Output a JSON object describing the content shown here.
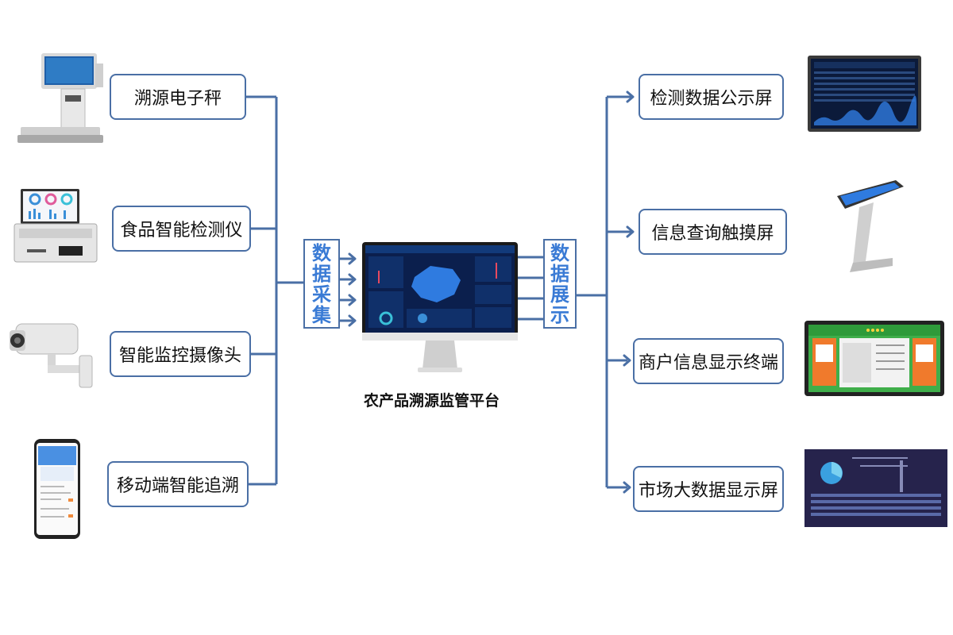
{
  "left_devices": [
    {
      "label": "溯源电子秤",
      "icon": "electronic-scale-icon"
    },
    {
      "label": "食品智能检测仪",
      "icon": "food-detector-icon"
    },
    {
      "label": "智能监控摄像头",
      "icon": "security-camera-icon"
    },
    {
      "label": "移动端智能追溯",
      "icon": "smartphone-icon"
    }
  ],
  "right_displays": [
    {
      "label": "检测数据公示屏",
      "icon": "wall-display-icon"
    },
    {
      "label": "信息查询触摸屏",
      "icon": "kiosk-icon"
    },
    {
      "label": "商户信息显示终端",
      "icon": "merchant-terminal-icon"
    },
    {
      "label": "市场大数据显示屏",
      "icon": "big-data-screen-icon"
    }
  ],
  "collect_label": [
    "数",
    "据",
    "采",
    "集"
  ],
  "display_label": [
    "数",
    "据",
    "展",
    "示"
  ],
  "center": {
    "caption": "农产品溯源监管平台",
    "icon": "monitor-icon"
  },
  "colors": {
    "line": "#4a6fa5",
    "accent_text": "#3a7bd5"
  }
}
